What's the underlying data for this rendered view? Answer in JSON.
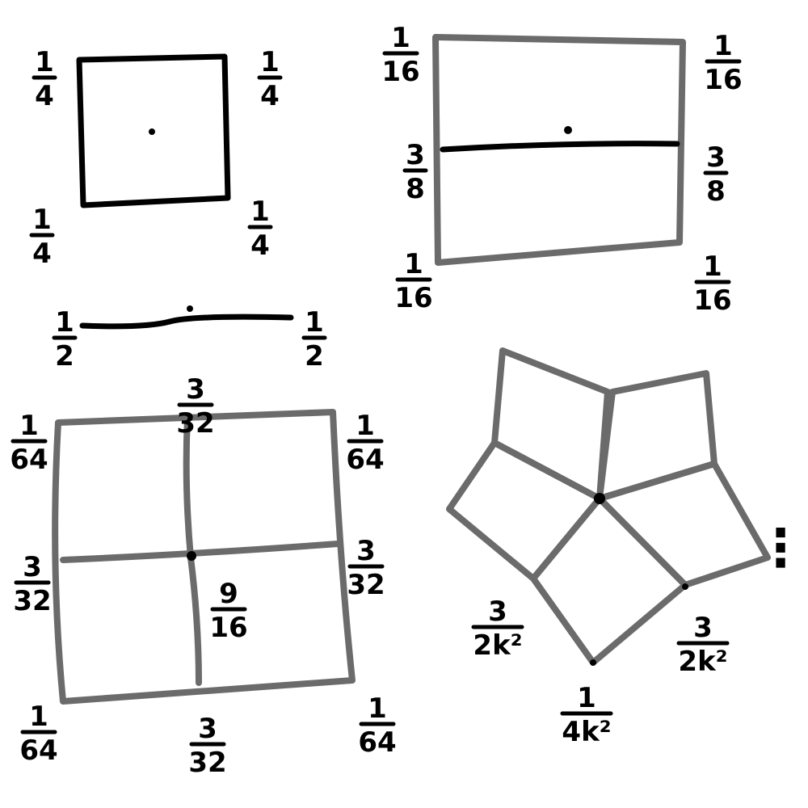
{
  "panels": {
    "square": {
      "labels": {
        "top_left": [
          "1",
          "4"
        ],
        "top_right": [
          "1",
          "4"
        ],
        "bottom_left": [
          "1",
          "4"
        ],
        "bottom_right": [
          "1",
          "4"
        ]
      }
    },
    "segment": {
      "labels": {
        "left": [
          "1",
          "2"
        ],
        "right": [
          "1",
          "2"
        ]
      }
    },
    "rectangle": {
      "labels": {
        "top_left": [
          "1",
          "16"
        ],
        "top_right": [
          "1",
          "16"
        ],
        "mid_left": [
          "3",
          "8"
        ],
        "mid_right": [
          "3",
          "8"
        ],
        "bottom_left": [
          "1",
          "16"
        ],
        "bottom_right": [
          "1",
          "16"
        ]
      }
    },
    "grid": {
      "labels": {
        "top_left": [
          "1",
          "64"
        ],
        "top_mid": [
          "3",
          "32"
        ],
        "top_right": [
          "1",
          "64"
        ],
        "mid_left": [
          "3",
          "32"
        ],
        "center": [
          "9",
          "16"
        ],
        "mid_right": [
          "3",
          "32"
        ],
        "bottom_left": [
          "1",
          "64"
        ],
        "bottom_mid": [
          "3",
          "32"
        ],
        "bottom_right": [
          "1",
          "64"
        ]
      }
    },
    "pinwheel": {
      "labels": {
        "edge_left": [
          "3",
          "2k²"
        ],
        "edge_right": [
          "3",
          "2k²"
        ],
        "vertex_bottom": [
          "1",
          "4k²"
        ]
      },
      "ellipsis": "⋮"
    }
  }
}
